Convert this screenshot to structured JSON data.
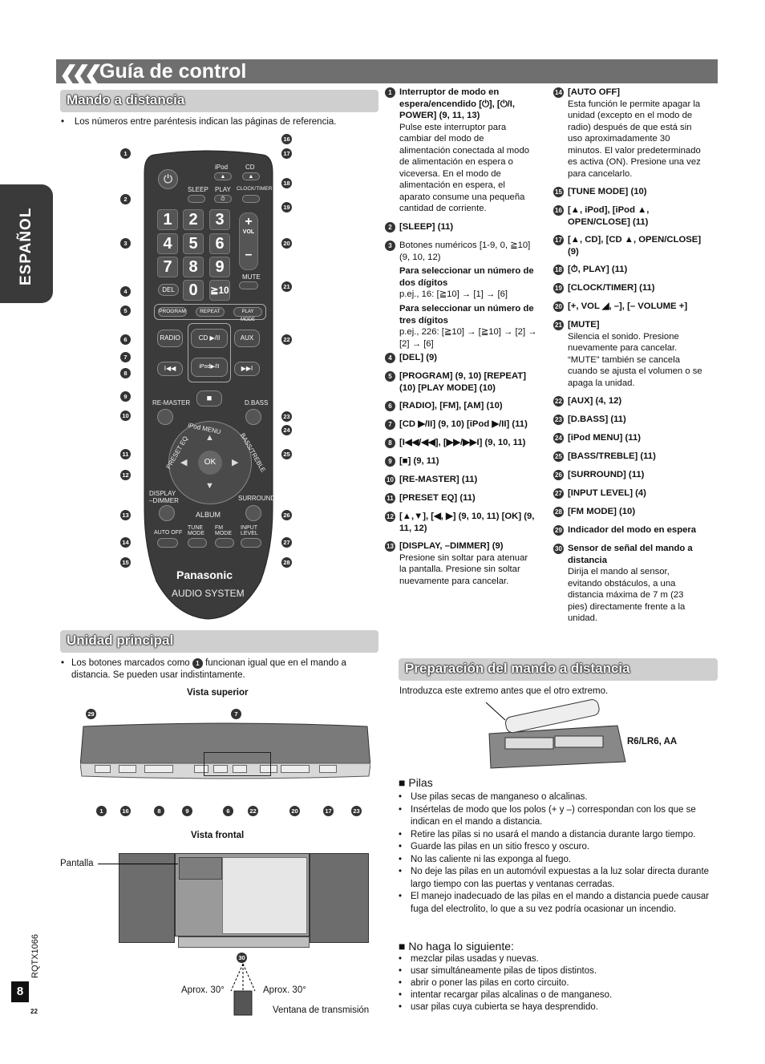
{
  "title": "Guía de control",
  "side_tab": "ESPAÑOL",
  "remote": {
    "heading": "Mando a distancia",
    "note": "Los números entre paréntesis indican las páginas de referencia.",
    "labels": {
      "ipod": "iPod",
      "cd": "CD",
      "sleep": "SLEEP",
      "play": "PLAY",
      "clock": "CLOCK/TIMER",
      "vol": "VOL",
      "mute": "MUTE",
      "del": "DEL",
      "program": "PROGRAM",
      "repeat": "REPEAT",
      "playmode": "PLAY MODE",
      "radio": "RADIO",
      "cdplay": "CD ▶/II",
      "aux": "AUX",
      "ipodplay": "iPod▶/II",
      "remaster": "RE-MASTER",
      "dbass": "D.BASS",
      "ipodmenu": "iPod MENU",
      "preseteq": "PRESET EQ",
      "basstreble": "BASS/TREBLE",
      "ok": "OK",
      "display": "DISPLAY\n–DIMMER",
      "album": "ALBUM",
      "surround": "SURROUND",
      "autooff": "AUTO OFF",
      "tunemode": "TUNE MODE",
      "fmmode": "FM MODE",
      "inputlevel": "INPUT LEVEL",
      "brand": "Panasonic",
      "system": "AUDIO SYSTEM"
    },
    "digits": [
      "1",
      "2",
      "3",
      "4",
      "5",
      "6",
      "7",
      "8",
      "9",
      "0",
      "≧10"
    ]
  },
  "items_left": [
    {
      "n": "1",
      "bold": "Interruptor de modo en espera/encendido [⏻], [⏻/I, POWER] (9, 11, 13)",
      "text": "Pulse este interruptor para cambiar del modo de alimentación conectada al modo de alimentación en espera o viceversa. En el modo de alimentación en espera, el aparato consume una pequeña cantidad de corriente."
    },
    {
      "n": "2",
      "bold": "[SLEEP] (11)",
      "text": ""
    },
    {
      "n": "3",
      "bold": "",
      "text": "Botones numéricos [1-9, 0, ≧10] (9, 10, 12)"
    },
    {
      "n": "",
      "bold": "Para seleccionar un número de dos dígitos",
      "text": "p.ej., 16: [≧10] → [1] → [6]"
    },
    {
      "n": "",
      "bold": "Para seleccionar un número de tres dígitos",
      "text": "p.ej., 226: [≧10] → [≧10] → [2] → [2] → [6]"
    },
    {
      "n": "4",
      "bold": "[DEL] (9)",
      "text": ""
    },
    {
      "n": "5",
      "bold": "[PROGRAM] (9, 10) [REPEAT] (10) [PLAY MODE] (10)",
      "text": ""
    },
    {
      "n": "6",
      "bold": "[RADIO], [FM], [AM] (10)",
      "text": ""
    },
    {
      "n": "7",
      "bold": "[CD ▶/II] (9, 10) [iPod ▶/II] (11)",
      "text": ""
    },
    {
      "n": "8",
      "bold": "[I◀◀/◀◀], [▶▶/▶▶I] (9, 10, 11)",
      "text": ""
    },
    {
      "n": "9",
      "bold": "[■] (9, 11)",
      "text": ""
    },
    {
      "n": "10",
      "bold": "[RE-MASTER] (11)",
      "text": ""
    },
    {
      "n": "11",
      "bold": "[PRESET EQ] (11)",
      "text": ""
    },
    {
      "n": "12",
      "bold": "[▲,▼], [◀, ▶] (9, 10, 11) [OK] (9, 11, 12)",
      "text": ""
    },
    {
      "n": "13",
      "bold": "[DISPLAY, –DIMMER] (9)",
      "text": "Presione sin soltar para atenuar la pantalla. Presione sin soltar nuevamente para cancelar."
    }
  ],
  "items_right": [
    {
      "n": "14",
      "bold": "[AUTO OFF]",
      "text": "Esta función le permite apagar la unidad (excepto en el modo de radio) después de que está sin uso aproximadamente 30 minutos. El valor predeterminado es activa (ON). Presione una vez para cancelarlo."
    },
    {
      "n": "15",
      "bold": "[TUNE MODE] (10)",
      "text": ""
    },
    {
      "n": "16",
      "bold": "[▲, iPod], [iPod ▲, OPEN/CLOSE] (11)",
      "text": ""
    },
    {
      "n": "17",
      "bold": "[▲, CD], [CD ▲, OPEN/CLOSE] (9)",
      "text": ""
    },
    {
      "n": "18",
      "bold": "[⏱, PLAY] (11)",
      "text": ""
    },
    {
      "n": "19",
      "bold": "[CLOCK/TIMER] (11)",
      "text": ""
    },
    {
      "n": "20",
      "bold": "[+, VOL ◢, –], [– VOLUME +]",
      "text": ""
    },
    {
      "n": "21",
      "bold": "[MUTE]",
      "text": "Silencia el sonido. Presione nuevamente para cancelar. “MUTE” también se cancela cuando se ajusta el volumen o se apaga la unidad."
    },
    {
      "n": "22",
      "bold": "[AUX] (4, 12)",
      "text": ""
    },
    {
      "n": "23",
      "bold": "[D.BASS] (11)",
      "text": ""
    },
    {
      "n": "24",
      "bold": "[iPod MENU] (11)",
      "text": ""
    },
    {
      "n": "25",
      "bold": "[BASS/TREBLE] (11)",
      "text": ""
    },
    {
      "n": "26",
      "bold": "[SURROUND] (11)",
      "text": ""
    },
    {
      "n": "27",
      "bold": "[INPUT LEVEL] (4)",
      "text": ""
    },
    {
      "n": "28",
      "bold": "[FM MODE] (10)",
      "text": ""
    },
    {
      "n": "29",
      "bold": "Indicador del modo en espera",
      "text": ""
    },
    {
      "n": "30",
      "bold": "Sensor de señal del mando a distancia",
      "text": "Dirija el mando al sensor, evitando obstáculos, a una distancia máxima de 7 m (23 pies) directamente frente a la unidad."
    }
  ],
  "main_unit": {
    "heading": "Unidad principal",
    "note_a": "Los botones marcados como",
    "note_b": "funcionan igual que en el mando a distancia. Se pueden usar indistintamente.",
    "note_num": "1",
    "top_view": "Vista superior",
    "front_view": "Vista frontal",
    "display_label": "Pantalla",
    "angle_left": "Aprox. 30°",
    "angle_right": "Aprox. 30°",
    "window": "Ventana de transmisión",
    "top_callouts_above": [
      "29",
      "7"
    ],
    "top_callouts_below": [
      "1",
      "16",
      "8",
      "9",
      "6",
      "22",
      "20",
      "17",
      "23"
    ],
    "sensor": "30"
  },
  "prep": {
    "heading": "Preparación del mando a distancia",
    "intro": "Introduzca este extremo antes que el otro extremo.",
    "battery": "R6/LR6, AA",
    "pilas_title": "Pilas",
    "pilas": [
      "Use pilas secas de manganeso o alcalinas.",
      "Insértelas de modo que los polos (+ y –) correspondan con los que se indican en el mando a distancia.",
      "Retire las pilas si no usará el mando a distancia durante largo tiempo.",
      "Guarde las pilas en un sitio fresco y oscuro.",
      "No las caliente ni las exponga al fuego.",
      "No deje las pilas en un automóvil expuestas a la luz solar directa durante largo tiempo con las puertas y ventanas cerradas.",
      "El manejo inadecuado de las pilas en el mando a distancia puede causar fuga del electrolito, lo que a su vez podría ocasionar un incendio."
    ],
    "no_title": "No haga lo siguiente:",
    "no": [
      "mezclar pilas usadas y nuevas.",
      "usar simultáneamente pilas de tipos distintos.",
      "abrir o poner las pilas en corto circuito.",
      "intentar recargar pilas alcalinas o de manganeso.",
      "usar pilas cuya cubierta se haya desprendido."
    ]
  },
  "footer": {
    "model": "RQTX1066",
    "page": "8",
    "sub": "22"
  }
}
